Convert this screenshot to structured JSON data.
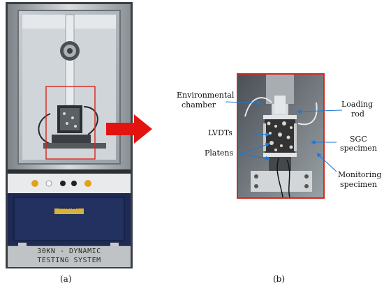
{
  "figure": {
    "panel_a": {
      "caption": "(a)",
      "machine_text_line1": "30KN - DYNAMIC",
      "machine_text_line2": "TESTING SYSTEM",
      "brand_badge": "PAVETEST"
    },
    "panel_b": {
      "caption": "(b)",
      "labels": {
        "environmental_chamber_line1": "Environmental",
        "environmental_chamber_line2": "chamber",
        "lvdts": "LVDTs",
        "platens": "Platens",
        "loading_rod_line1": "Loading",
        "loading_rod_line2": "rod",
        "sgc_specimen_line1": "SGC",
        "sgc_specimen_line2": "specimen",
        "monitoring_specimen_line1": "Monitoring",
        "monitoring_specimen_line2": "specimen"
      }
    },
    "colors": {
      "highlight_red": "#d9261c",
      "arrow_red": "#e3140f",
      "annotation_blue": "#1e78d2",
      "cabinet_dark": "#1d2a55",
      "chamber_steel": "#b8bfc4"
    }
  }
}
